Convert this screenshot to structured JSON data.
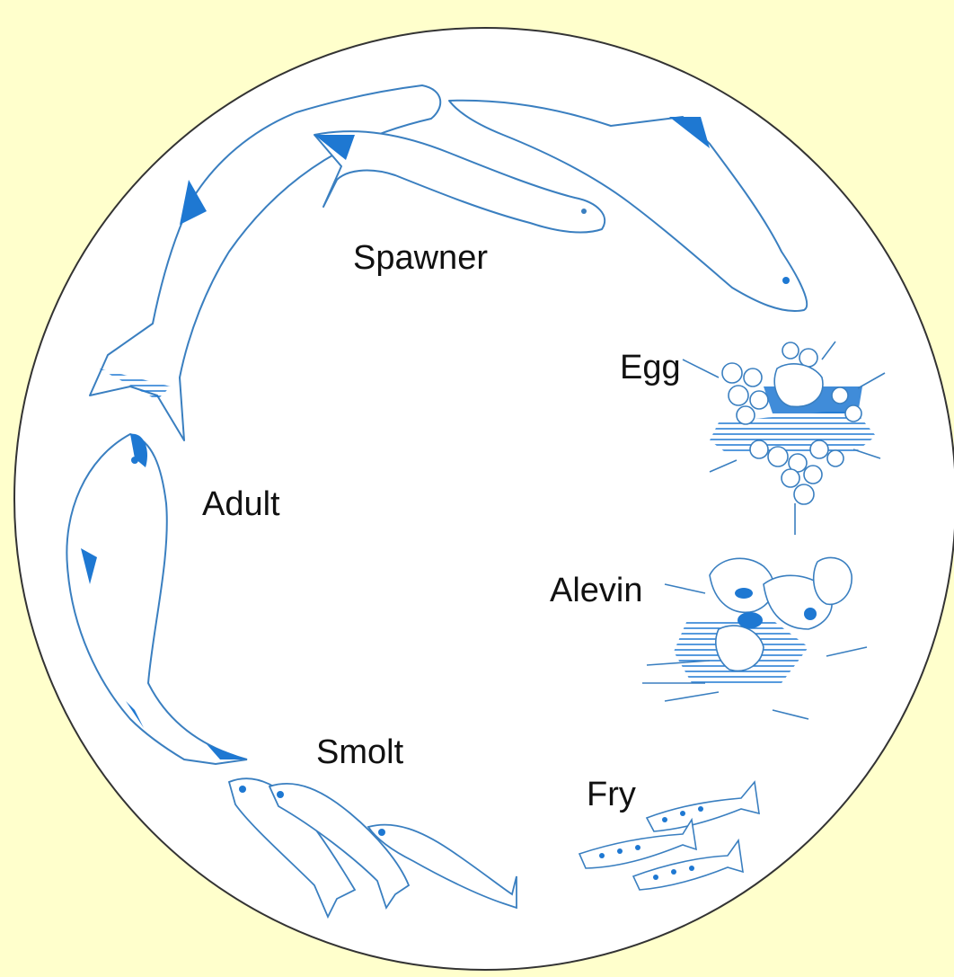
{
  "colors": {
    "background": "#FFFFCC",
    "circle_fill": "#FFFFFF",
    "circle_stroke": "#333333",
    "fish_outline": "#3A7FC0",
    "fish_accent": "#1E78D2",
    "label_text": "#111111"
  },
  "stages": {
    "spawner": "Spawner",
    "egg": "Egg",
    "alevin": "Alevin",
    "fry": "Fry",
    "smolt": "Smolt",
    "adult": "Adult"
  },
  "icons": [
    "spawner-fish-icon",
    "egg-cluster-icon",
    "alevin-icon",
    "fry-fish-icon",
    "smolt-fish-icon",
    "adult-fish-icon"
  ]
}
